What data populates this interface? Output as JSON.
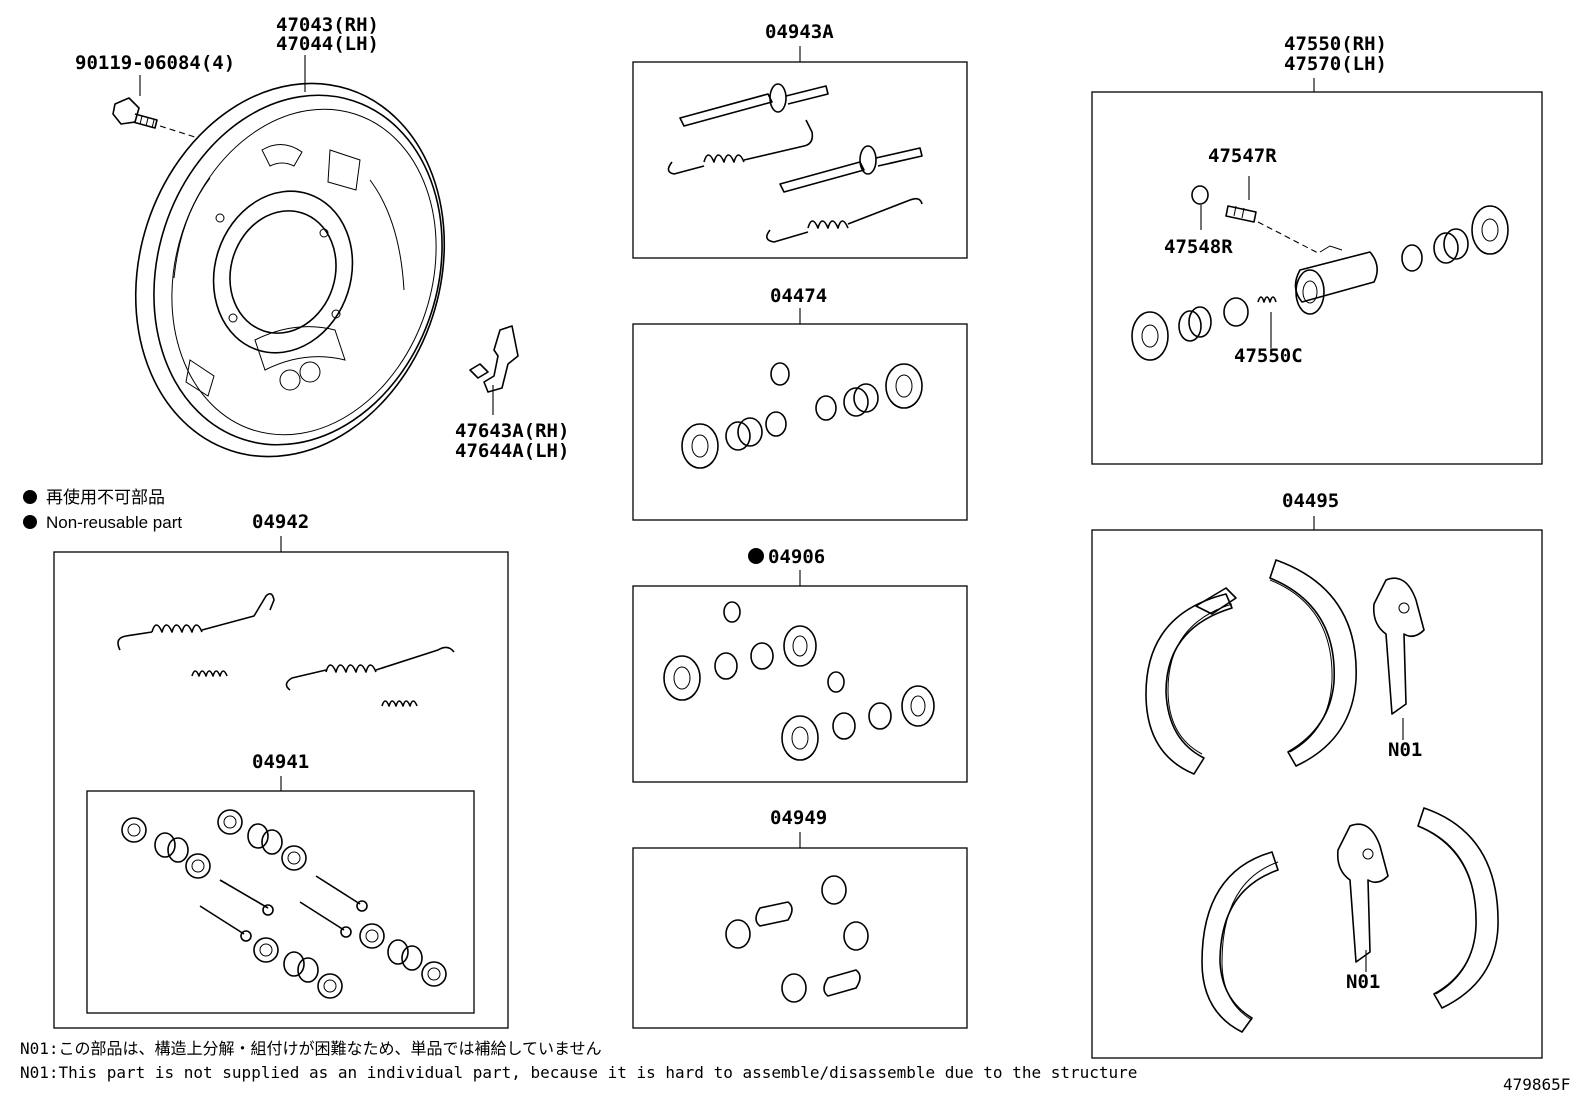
{
  "labels": {
    "backing_plate_rh": "47043(RH)",
    "backing_plate_lh": "47044(LH)",
    "bolt": "90119-06084(4)",
    "bracket_rh": "47643A(RH)",
    "bracket_lh": "47644A(LH)",
    "kit_04943a": "04943A",
    "kit_04474": "04474",
    "kit_04906": "04906",
    "kit_04949": "04949",
    "kit_04942": "04942",
    "kit_04941": "04941",
    "cylinder_rh": "47550(RH)",
    "cylinder_lh": "47570(LH)",
    "bleeder_plug": "47547R",
    "bleeder_cap": "47548R",
    "cylinder_spring": "47550C",
    "shoe_kit": "04495",
    "n01_top": "N01",
    "n01_bottom": "N01"
  },
  "legend": {
    "jp": "再使用不可部品",
    "en": "Non-reusable part"
  },
  "notes": {
    "jp": "N01:この部品は、構造上分解・組付けが困難なため、単品では補給していません",
    "en": "N01:This part is not supplied as an individual part, because it is hard to assemble/disassemble due to the structure"
  },
  "diagram_id": "479865F"
}
